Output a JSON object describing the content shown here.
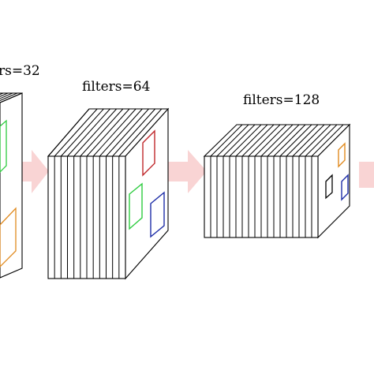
{
  "diagram": {
    "layers": [
      {
        "label": "rs=32",
        "filter_colors": [
          "#2ecc40",
          "#2ecc40",
          "#e08a1e"
        ]
      },
      {
        "label": "filters=64",
        "filter_colors": [
          "#c0282c",
          "#2ecc40",
          "#1f2fa8"
        ]
      },
      {
        "label": "filters=128",
        "filter_colors": [
          "#e08a1e",
          "#000000",
          "#1f2fa8"
        ]
      }
    ],
    "arrow_color": "#f9d4d4"
  }
}
